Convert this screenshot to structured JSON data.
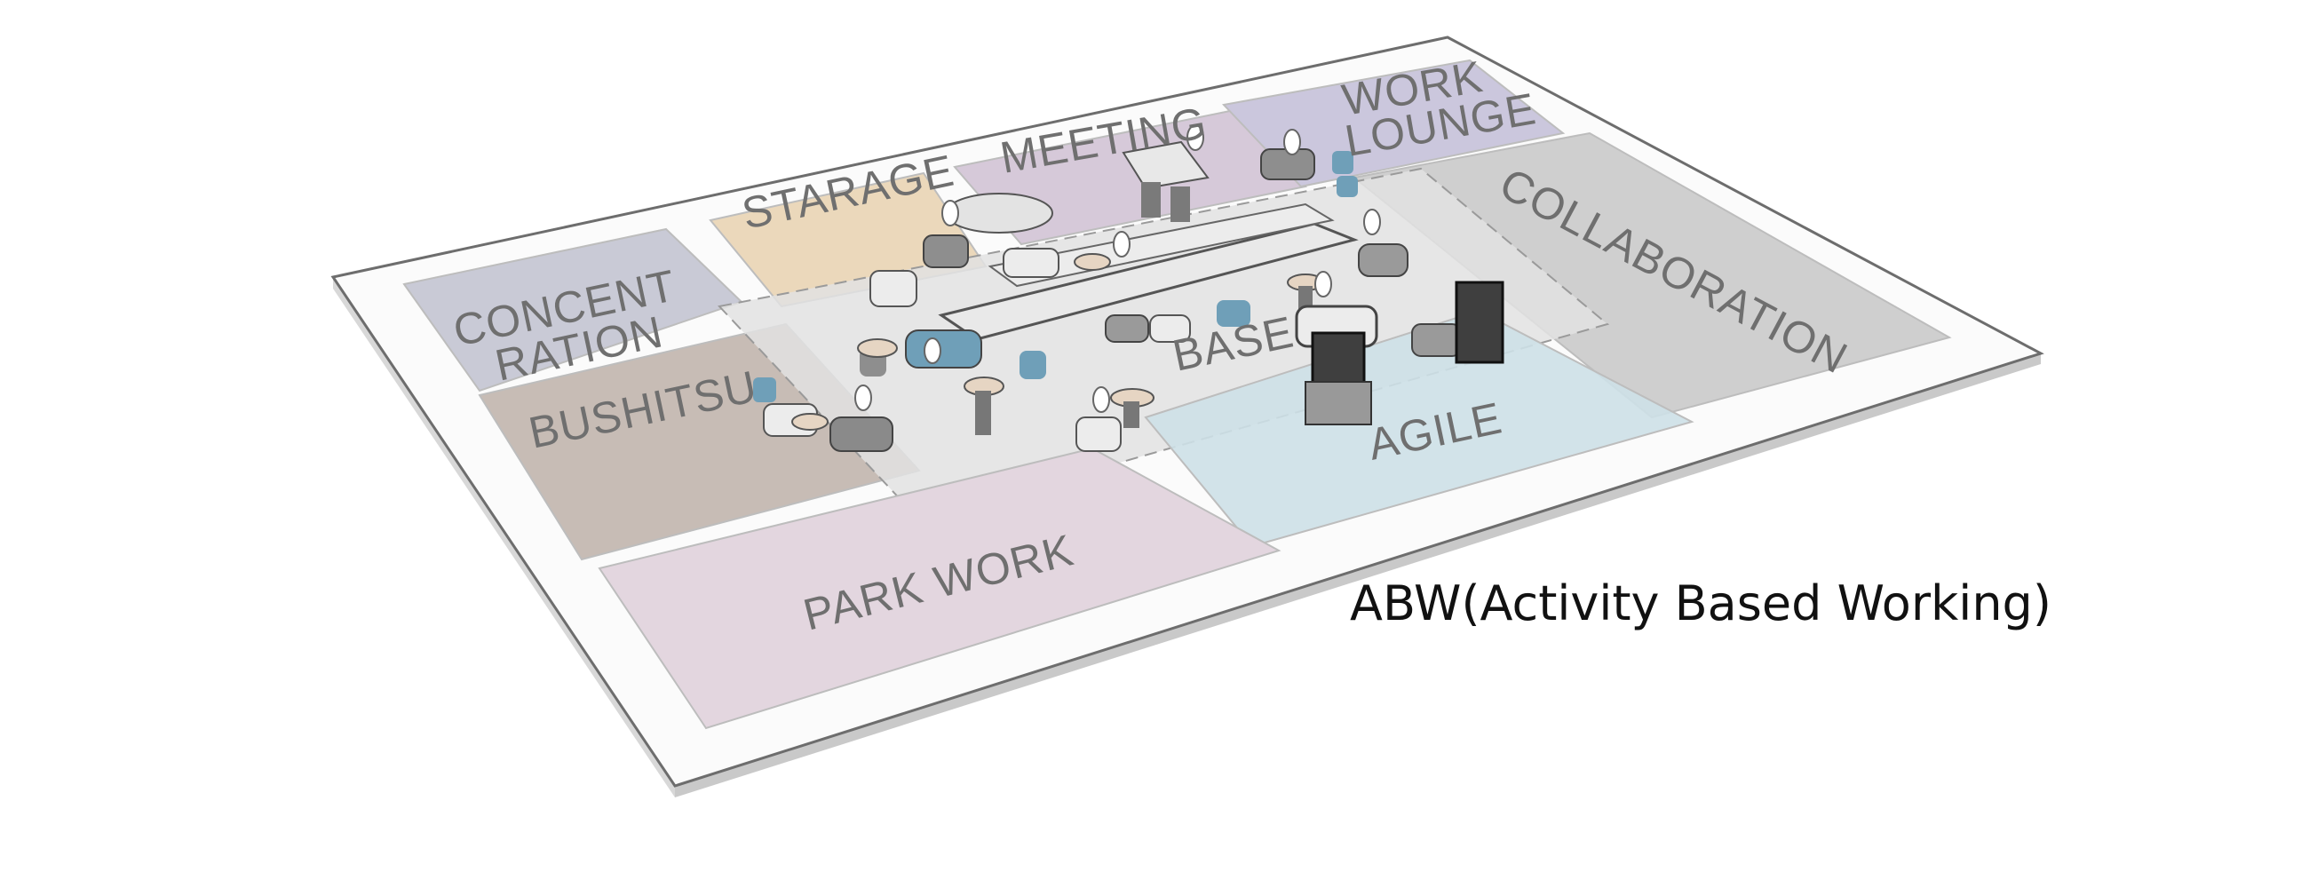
{
  "caption": "ABW(Activity Based Working)",
  "zones": [
    {
      "id": "concentration",
      "lines": [
        "CONCENT",
        "RATION"
      ],
      "color": "#c9cad6"
    },
    {
      "id": "starage",
      "lines": [
        "STARAGE"
      ],
      "color": "#ebd8bb"
    },
    {
      "id": "meeting",
      "lines": [
        "MEETING"
      ],
      "color": "#d6c9d9"
    },
    {
      "id": "work-lounge",
      "lines": [
        "WORK",
        "LOUNGE"
      ],
      "color": "#cbc7dd"
    },
    {
      "id": "collaboration",
      "lines": [
        "COLLABORATION"
      ],
      "color": "#cfcfcf"
    },
    {
      "id": "bushitsu",
      "lines": [
        "BUSHITSU"
      ],
      "color": "#c7bcb5"
    },
    {
      "id": "base",
      "lines": [
        "BASE"
      ],
      "color": "#e2e2e2"
    },
    {
      "id": "agile",
      "lines": [
        "AGILE"
      ],
      "color": "#cde0e7"
    },
    {
      "id": "park-work",
      "lines": [
        "PARK WORK"
      ],
      "color": "#e3d6df"
    }
  ],
  "colors": {
    "floor": "#fbfbfb",
    "floor_edge": "#6d6d6d",
    "furniture_light": "#e9e9e9",
    "furniture_dark": "#8e8e8e",
    "accent_blue": "#6f9fb8",
    "screen": "#3f3f3f"
  }
}
